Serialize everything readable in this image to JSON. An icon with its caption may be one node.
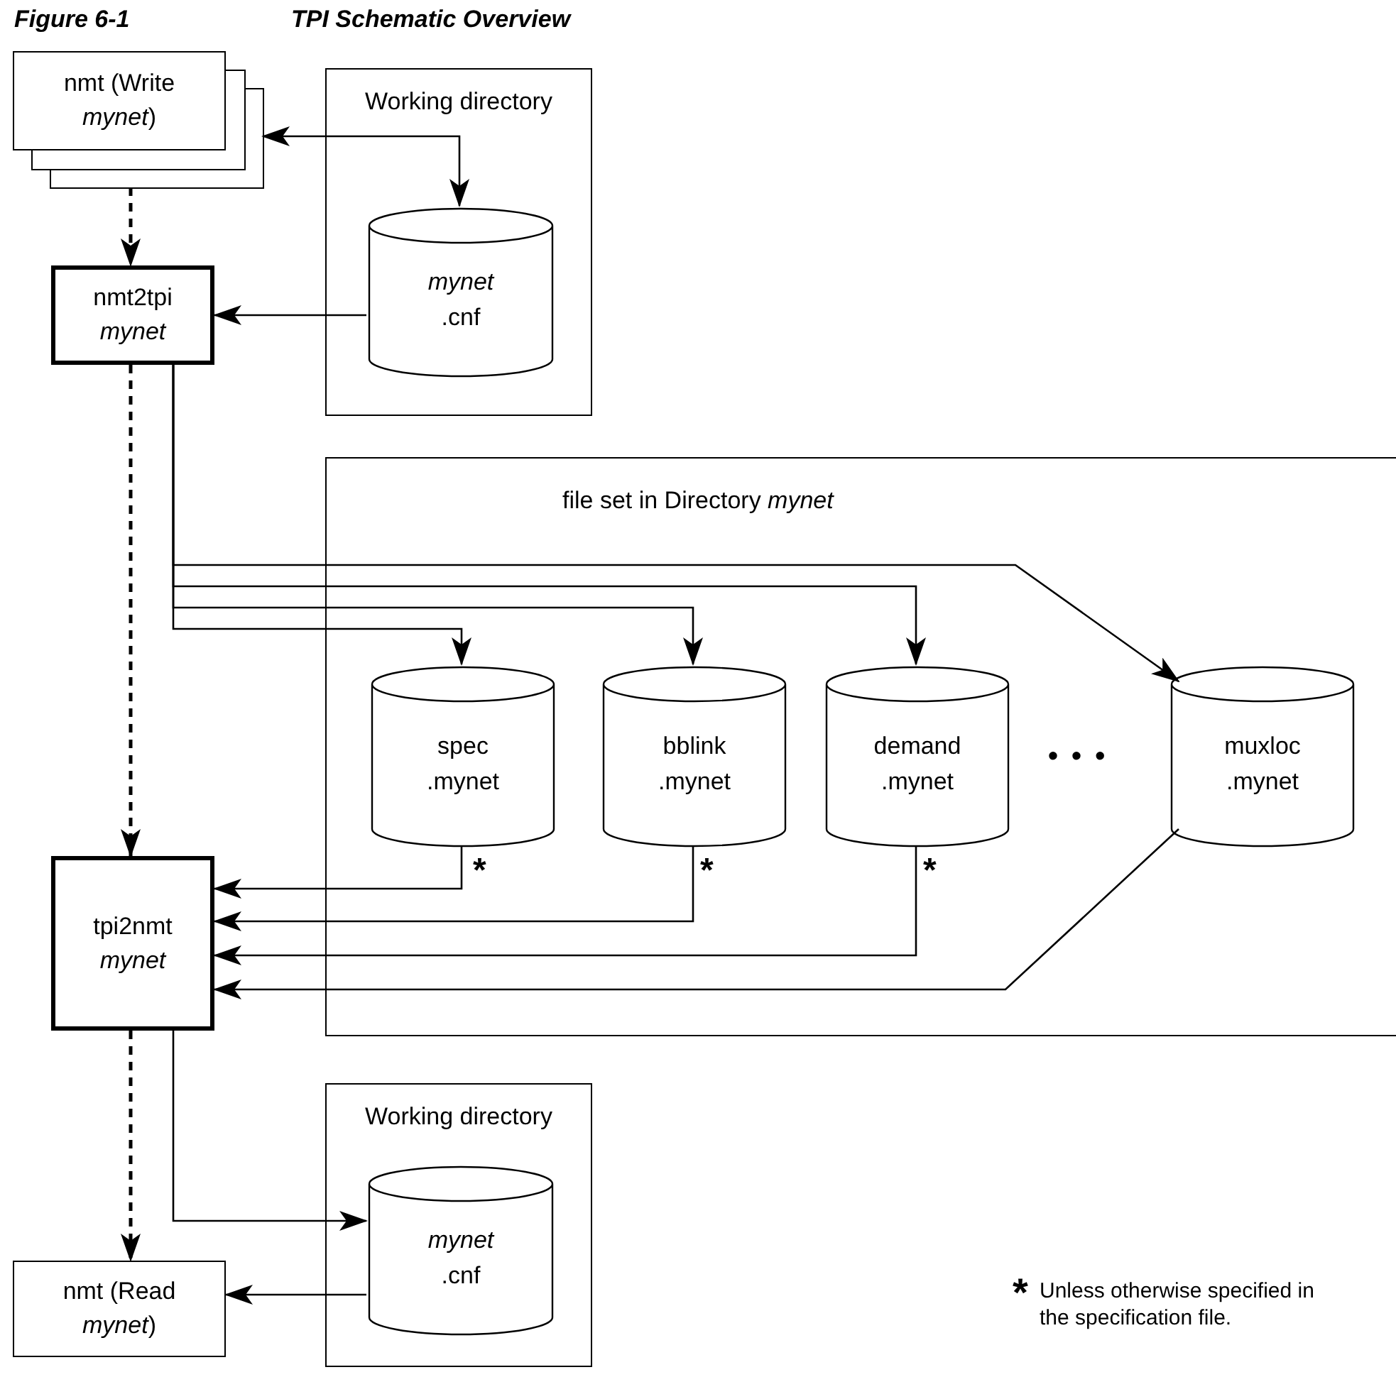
{
  "diagram": {
    "title": "TPI Schematic Overview",
    "nodes": [
      {
        "text": [
          "nmt (Write *mynet*)"
        ]
      },
      {
        "text": [
          "Working directory"
        ]
      },
      {
        "text": [
          "*mynet* .cnf"
        ],
        "in": 1
      },
      {
        "text": [
          "nmt2tpi *mynet*"
        ]
      },
      {
        "text": [
          "file set in Directory *mynet*"
        ]
      },
      {
        "text": [
          "spec .mynet"
        ],
        "in": 4
      },
      {
        "text": [
          "bblink .mynet"
        ],
        "in": 4
      },
      {
        "text": [
          "demand .mynet"
        ],
        "in": 4
      },
      {
        "text": [
          "muxloc .mynet"
        ],
        "in": 4
      },
      {
        "text": [
          "tpi2nmt *mynet*"
        ]
      },
      {
        "text": [
          "Working directory"
        ]
      },
      {
        "text": [
          "*mynet* .cnf"
        ],
        "in": 10
      },
      {
        "text": [
          "nmt (Read *mynet*)"
        ]
      }
    ],
    "edges": [
      {
        "from": 2,
        "to": 0,
        "arrow": "both"
      },
      {
        "from": 0,
        "to": 3,
        "arrow": "to",
        "style": "dashed"
      },
      {
        "from": 2,
        "to": 3,
        "arrow": "to"
      },
      {
        "from": 3,
        "to": 5,
        "arrow": "to"
      },
      {
        "from": 3,
        "to": 6,
        "arrow": "to"
      },
      {
        "from": 3,
        "to": 7,
        "arrow": "to"
      },
      {
        "from": 3,
        "to": 8,
        "arrow": "to"
      },
      {
        "from": 5,
        "to": 9,
        "arrow": "to"
      },
      {
        "from": 6,
        "to": 9,
        "arrow": "to"
      },
      {
        "from": 7,
        "to": 9,
        "arrow": "to"
      },
      {
        "from": 8,
        "to": 9,
        "arrow": "to"
      },
      {
        "from": 3,
        "to": 9,
        "arrow": "to",
        "style": "dashed"
      },
      {
        "from": 9,
        "to": 11,
        "arrow": "to"
      },
      {
        "from": 9,
        "to": 12,
        "arrow": "to",
        "style": "dashed"
      },
      {
        "from": 11,
        "to": 12,
        "arrow": "to"
      }
    ],
    "labels": [
      "Figure 6-1",
      "• • •",
      "*",
      "*",
      "*",
      "*",
      "Unless otherwise specified in the specification file."
    ]
  }
}
